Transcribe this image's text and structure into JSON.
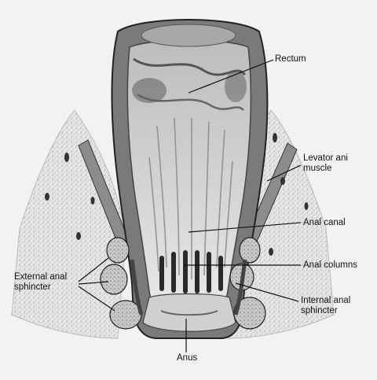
{
  "labels": {
    "rectum": "Rectum",
    "levator_line1": "Levator ani",
    "levator_line2": "muscle",
    "anal_canal": "Anal canal",
    "anal_columns": "Anal columns",
    "internal_line1": "Internal anal",
    "internal_line2": "sphincter",
    "external_line1": "External anal",
    "external_line2": "sphincter",
    "anus": "Anus"
  },
  "colors": {
    "background": "#f2f2f2",
    "wall_outer": "#9c9c9c",
    "wall_inner": "#5a5a5a",
    "lumen": "#cfcfcf",
    "tissue": "#dcdcdc",
    "dark": "#2a2a2a",
    "leader": "#111111"
  }
}
